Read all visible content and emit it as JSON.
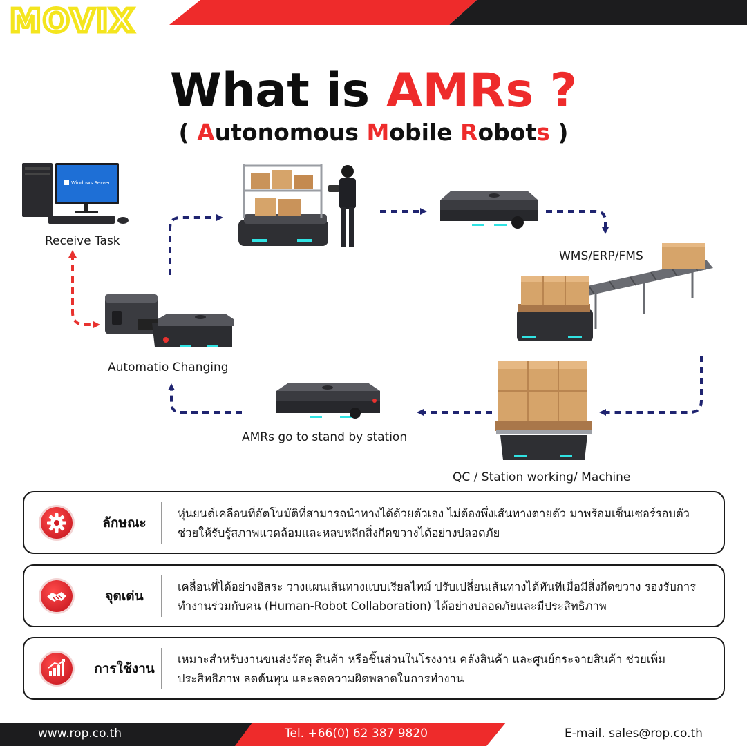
{
  "brand": {
    "logo_text": "MOVIX",
    "logo_color": "#f4e51e"
  },
  "title": {
    "prefix": "What is ",
    "highlight": "AMRs ?"
  },
  "subtitle": {
    "open": "( ",
    "parts": [
      {
        "red": "A",
        "rest": "utonomous "
      },
      {
        "red": "M",
        "rest": "obile "
      },
      {
        "red": "R",
        "rest": "obot"
      },
      {
        "red": "s",
        "rest": ""
      }
    ],
    "close": " )"
  },
  "flow": {
    "receive_task": "Receive Task",
    "wms": "WMS/ERP/FMS",
    "auto_changing": "Automatio Changing",
    "standby": "AMRs go to stand by station",
    "qc": "QC / Station working/ Machine",
    "monitor_text": "Windows Server"
  },
  "boxes": [
    {
      "icon": "gear-icon",
      "heading": "ลักษณะ",
      "line1": "หุ่นยนต์เคลื่อนที่อัตโนมัติที่สามารถนำทางได้ด้วยตัวเอง ไม่ต้องพึ่งเส้นทางตายตัว มาพร้อมเซ็นเซอร์รอบตัว",
      "line2": "ช่วยให้รับรู้สภาพแวดล้อมและหลบหลีกสิ่งกีดขวางได้อย่างปลอดภัย"
    },
    {
      "icon": "handshake-icon",
      "heading": "จุดเด่น",
      "line1": "เคลื่อนที่ได้อย่างอิสระ วางแผนเส้นทางแบบเรียลไทม์ ปรับเปลี่ยนเส้นทางได้ทันทีเมื่อมีสิ่งกีดขวาง รองรับการ",
      "line2": "ทำงานร่วมกับคน (Human-Robot Collaboration) ได้อย่างปลอดภัยและมีประสิทธิภาพ"
    },
    {
      "icon": "growth-chart-icon",
      "heading": "การใช้งาน",
      "line1": "เหมาะสำหรับงานขนส่งวัสดุ สินค้า หรือชิ้นส่วนในโรงงาน คลังสินค้า และศูนย์กระจายสินค้า ช่วยเพิ่ม",
      "line2": "ประสิทธิภาพ ลดต้นทุน และลดความผิดพลาดในการทำงาน"
    }
  ],
  "footer": {
    "website": "www.rop.co.th",
    "tel": "Tel. +66(0) 62 387 9820",
    "email": "E-mail. sales@rop.co.th"
  },
  "colors": {
    "red": "#ee2b2b",
    "navy": "#1f2470",
    "dark": "#1c1c1e"
  }
}
